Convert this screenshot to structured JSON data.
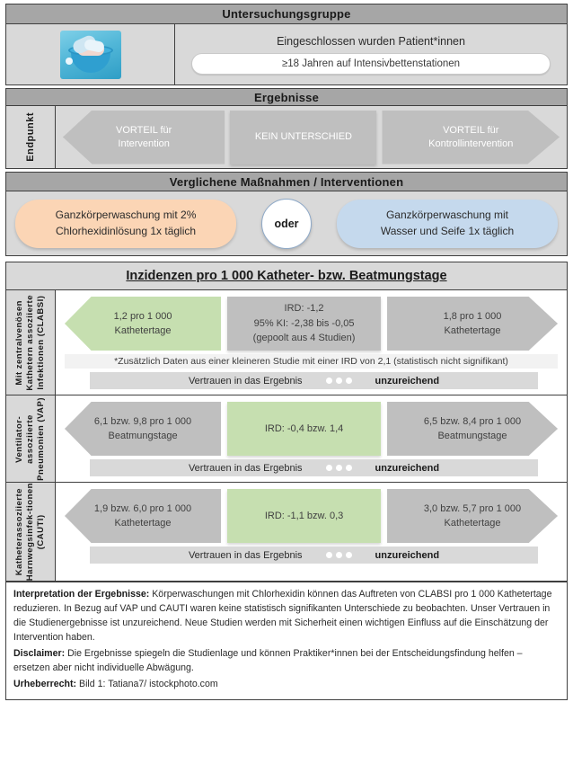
{
  "sections": {
    "group": {
      "title": "Untersuchungsgruppe",
      "line1": "Eingeschlossen wurden Patient*innen",
      "pill": "≥18 Jahren auf Intensivbettenstationen",
      "image_alt": "Waschschüssel mit Handschuhen und Tüchern"
    },
    "results": {
      "title": "Ergebnisse",
      "side_label": "Endpunkt",
      "endpoints": [
        {
          "label": "VORTEIL für\nIntervention",
          "shape": "arrow-left"
        },
        {
          "label": "KEIN UNTERSCHIED",
          "shape": "rect"
        },
        {
          "label": "VORTEIL für\nKontrollintervention",
          "shape": "arrow-right"
        }
      ]
    },
    "interventions": {
      "title": "Verglichene Maßnahmen / Interventionen",
      "left": "Ganzkörperwaschung mit 2%\nChlorhexidinlösung 1x täglich",
      "connector": "oder",
      "right": "Ganzkörperwaschung mit\nWasser und Seife 1x täglich"
    },
    "incidences": {
      "title": "Inzidenzen pro 1 000 Katheter- bzw. Beatmungstage",
      "rows": [
        {
          "side_label": "Mit zentralvenösen\nKathetern assoziierte\nInfektionen (CLABSI)",
          "left": "1,2 pro 1 000\nKathetertage",
          "left_color": "green",
          "middle": "IRD: -1,2\n95% KI: -2,38 bis -0,05\n(gepoolt aus 4 Studien)",
          "middle_color": "gray",
          "right": "1,8 pro 1 000\nKathetertage",
          "right_color": "gray",
          "note": "*Zusätzlich Daten aus einer kleineren Studie mit einer IRD von 2,1 (statistisch nicht signifikant)",
          "confidence_label": "Vertrauen in das Ergebnis",
          "confidence_dots": 3,
          "confidence_verdict": "unzureichend"
        },
        {
          "side_label": "Ventilator-\nassoziierte\nPneumonien (VAP)",
          "left": "6,1 bzw. 9,8 pro 1 000\nBeatmungstage",
          "left_color": "gray",
          "middle": "IRD: -0,4 bzw. 1,4",
          "middle_color": "green",
          "right": "6,5 bzw. 8,4 pro 1 000\nBeatmungstage",
          "right_color": "gray",
          "note": "",
          "confidence_label": "Vertrauen in das Ergebnis",
          "confidence_dots": 3,
          "confidence_verdict": "unzureichend"
        },
        {
          "side_label": "Katheterassoziierte\nHarnwegsinfek-tionen\n(CAUTI)",
          "left": "1,9 bzw. 6,0 pro 1 000\nKathetertage",
          "left_color": "gray",
          "middle": "IRD: -1,1 bzw. 0,3",
          "middle_color": "green",
          "right": "3,0 bzw. 5,7 pro 1 000\nKathetertage",
          "right_color": "gray",
          "note": "",
          "confidence_label": "Vertrauen in das Ergebnis",
          "confidence_dots": 3,
          "confidence_verdict": "unzureichend"
        }
      ]
    },
    "footer": {
      "interpretation_label": "Interpretation der Ergebnisse:",
      "interpretation_text": " Körperwaschungen mit Chlorhexidin können das Auftreten von CLABSI pro 1 000 Kathetertage reduzieren. In Bezug auf VAP und CAUTI waren keine statistisch signifikanten Unterschiede zu beobachten. Unser Vertrauen in die Studienergebnisse ist unzureichend. Neue Studien werden mit Sicherheit einen wichtigen Einfluss auf die Einschätzung der Intervention haben.",
      "disclaimer_label": "Disclaimer:",
      "disclaimer_text": " Die Ergebnisse spiegeln die Studienlage und können Praktiker*innen bei der Entscheidungsfindung helfen – ersetzen aber nicht individuelle Abwägung.",
      "copyright_label": "Urheberrecht:",
      "copyright_text": " Bild 1: Tatiana7/ istockphoto.com"
    }
  },
  "colors": {
    "band_title_bg": "#a6a6a6",
    "band_body_bg": "#d9d9d9",
    "arrow_gray": "#bfbfbf",
    "arrow_green": "#c6dfb0",
    "intervention_left": "#fbd5b5",
    "intervention_right": "#c5d9ed",
    "border": "#3f3f3f"
  }
}
